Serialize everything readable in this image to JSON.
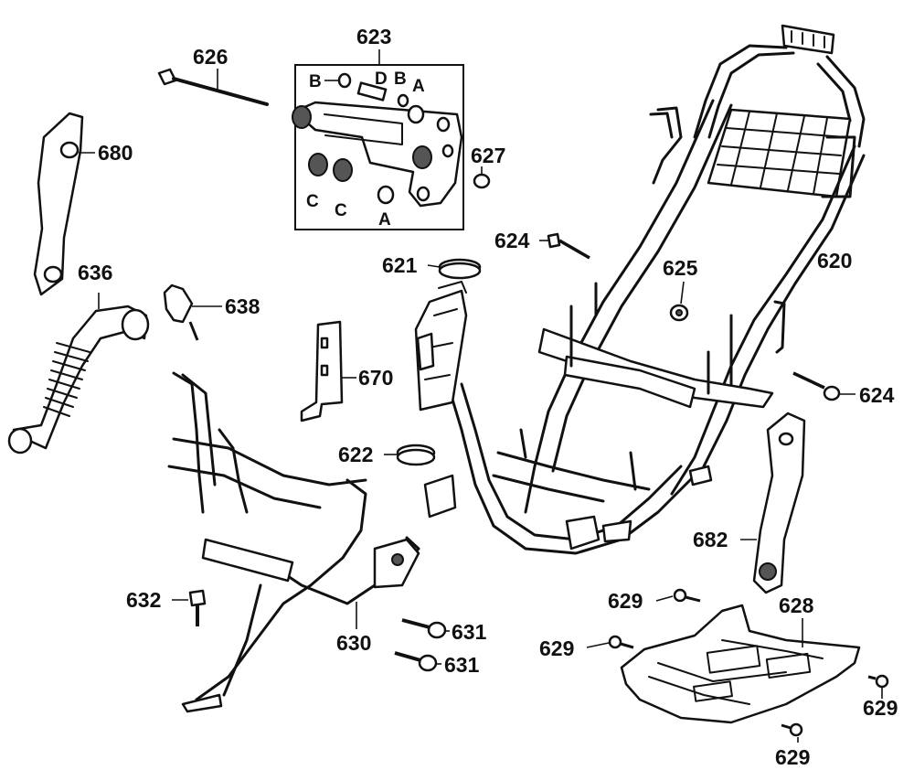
{
  "labels": {
    "p620": "620",
    "p621": "621",
    "p622": "622",
    "p623": "623",
    "p624": "624",
    "p625": "625",
    "p626": "626",
    "p627": "627",
    "p628": "628",
    "p629": "629",
    "p630": "630",
    "p631": "631",
    "p632": "632",
    "p636": "636",
    "p638": "638",
    "p670": "670",
    "p680": "680",
    "p682": "682"
  },
  "letters": {
    "a": "A",
    "b": "B",
    "c": "C",
    "d": "D"
  }
}
